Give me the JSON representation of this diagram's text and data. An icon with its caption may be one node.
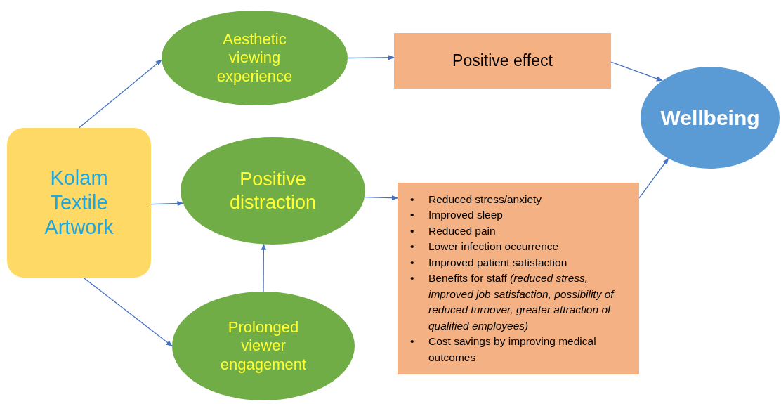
{
  "diagram": {
    "nodes": [
      {
        "text": [
          "Kolam Textile Artwork"
        ]
      },
      {
        "text": [
          "Aesthetic viewing experience"
        ]
      },
      {
        "text": [
          "Positive distraction"
        ]
      },
      {
        "text": [
          "Prolonged viewer engagement"
        ]
      },
      {
        "text": [
          "Positive effect"
        ]
      },
      {
        "text": [
          "Wellbeing"
        ]
      },
      {
        "text": [
          "•",
          "Reduced stress/anxiety",
          "•",
          "Improved sleep",
          "•",
          "Reduced pain",
          "•",
          "Lower infection occurrence",
          "•",
          "Improved patient satisfaction",
          "•",
          "Benefits for staff *(reduced stress, improved job satisfaction, possibility of reduced turnover, greater attraction of qualified employees)*",
          "•",
          "Cost savings by improving medical outcomes"
        ]
      }
    ],
    "edges": [
      {
        "from": 0,
        "to": 1,
        "arrow": "to"
      },
      {
        "from": 0,
        "to": 2,
        "arrow": "to"
      },
      {
        "from": 0,
        "to": 3,
        "arrow": "to"
      },
      {
        "from": 3,
        "to": 2,
        "arrow": "to"
      },
      {
        "from": 1,
        "to": 4,
        "arrow": "to"
      },
      {
        "from": 2,
        "to": 6,
        "arrow": "to"
      },
      {
        "from": 4,
        "to": 5,
        "arrow": "to"
      },
      {
        "from": 6,
        "to": 5,
        "arrow": "to"
      }
    ]
  }
}
